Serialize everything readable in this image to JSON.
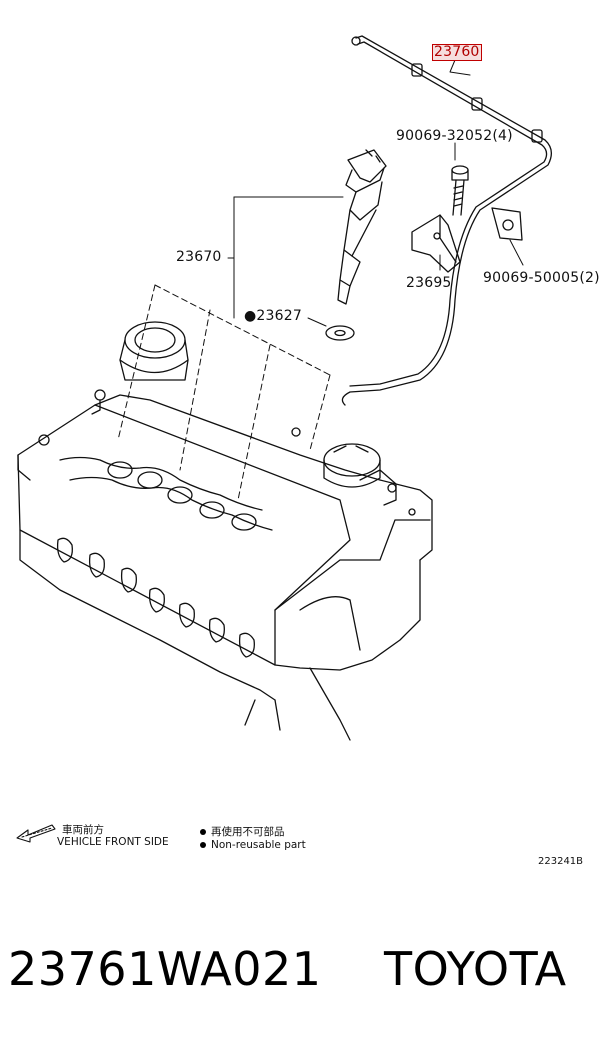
{
  "diagram": {
    "callouts": {
      "harness": "23760",
      "bolt": "90069-32052(4)",
      "injector": "23670",
      "washer_prefix": "●",
      "washer": "23627",
      "clamp": "23695",
      "bracket_bolt": "90069-50005(2)"
    },
    "legend": {
      "front_jp": "車両前方",
      "front_en": "VEHICLE FRONT SIDE",
      "nonreuse_jp": "再使用不可部品",
      "nonreuse_en": "Non-reusable part"
    },
    "figure_code": "223241B"
  },
  "footer": {
    "part_number": "23761WA021",
    "brand": "TOYOTA"
  },
  "colors": {
    "highlight_border": "#c00000",
    "highlight_fill": "#f6dede",
    "line": "#111111"
  }
}
